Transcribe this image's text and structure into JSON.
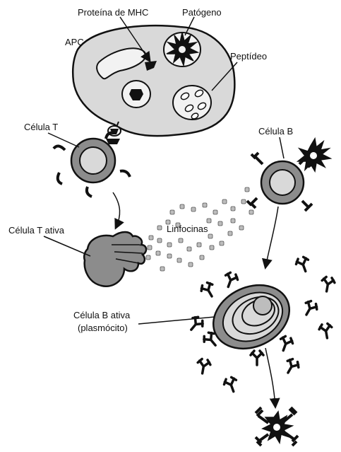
{
  "labels": {
    "mhc": "Proteína de MHC",
    "pathogen": "Patógeno",
    "apc": "APC",
    "peptide": "Peptídeo",
    "t_cell": "Célula T",
    "b_cell": "Célula B",
    "active_t_cell": "Célula T ativa",
    "lymphokines": "Linfocinas",
    "active_b_cell_line1": "Célula B ativa",
    "active_b_cell_line2": "(plasmócito)"
  },
  "colors": {
    "cell_fill": "#d9d9d9",
    "dark_fill": "#8c8c8c",
    "light_fill": "#f2f2f2",
    "outline": "#111111",
    "dot_fill": "#bdbdbd"
  }
}
